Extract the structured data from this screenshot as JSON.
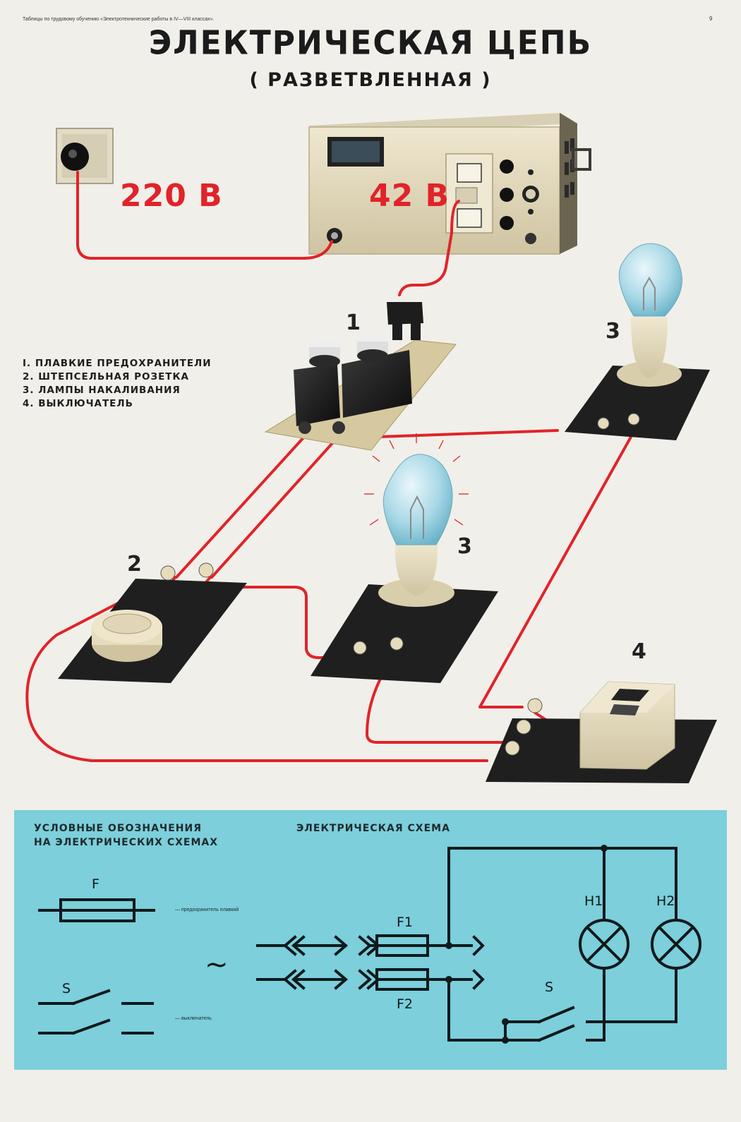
{
  "header": {
    "small_text": "Таблицы по трудовому обучению «Электротехнические работы в IV—VIII классах».",
    "page_number": "9",
    "title": "ЭЛЕКТРИЧЕСКАЯ ЦЕПЬ",
    "subtitle": "( РАЗВЕТВЛЕННАЯ )"
  },
  "voltages": {
    "mains": "220 В",
    "transformer": "42 В"
  },
  "legend": {
    "items": [
      "I. ПЛАВКИЕ ПРЕДОХРАНИТЕЛИ",
      "2. ШТЕПСЕЛЬНАЯ РОЗЕТКА",
      "3. ЛАМПЫ НАКАЛИВАНИЯ",
      "4. ВЫКЛЮЧАТЕЛЬ"
    ]
  },
  "component_numbers": {
    "fuses": "1",
    "socket": "2",
    "lamp_right": "3",
    "lamp_center": "3",
    "switch": "4"
  },
  "symbols_panel": {
    "heading_line1": "УСЛОВНЫЕ ОБОЗНАЧЕНИЯ",
    "heading_line2": "НА ЭЛЕКТРИЧЕСКИХ СХЕМАХ",
    "fuse_letter": "F",
    "fuse_caption": "— предохранитель плавкий",
    "switch_letter": "S",
    "switch_caption": "— выключатель",
    "ac_symbol": "~"
  },
  "schematic": {
    "heading": "ЭЛЕКТРИЧЕСКАЯ СХЕМА",
    "f1": "F1",
    "f2": "F2",
    "h1": "H1",
    "h2": "H2",
    "s": "S"
  },
  "colors": {
    "wire": "#e1232a",
    "panel": "#7ccfdb",
    "board": "#1f1f1f",
    "device": "#e7dfc4"
  }
}
